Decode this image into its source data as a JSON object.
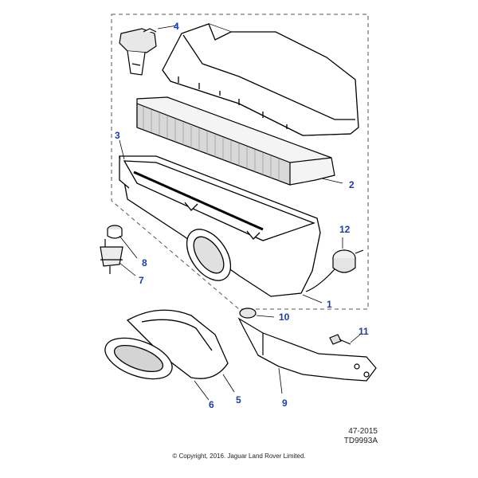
{
  "callouts": {
    "c1": "1",
    "c2": "2",
    "c3": "3",
    "c4": "4",
    "c5": "5",
    "c6": "6",
    "c7": "7",
    "c8": "8",
    "c9": "9",
    "c10": "10",
    "c11": "11",
    "c12": "12"
  },
  "reference": {
    "code": "47-2015",
    "illustration": "TD9993A"
  },
  "copyright": "© Copyright, 2016. Jaguar Land Rover Limited.",
  "colors": {
    "callout": "#1a3bb5",
    "line": "#000000",
    "shade": "#cfcfcf"
  }
}
